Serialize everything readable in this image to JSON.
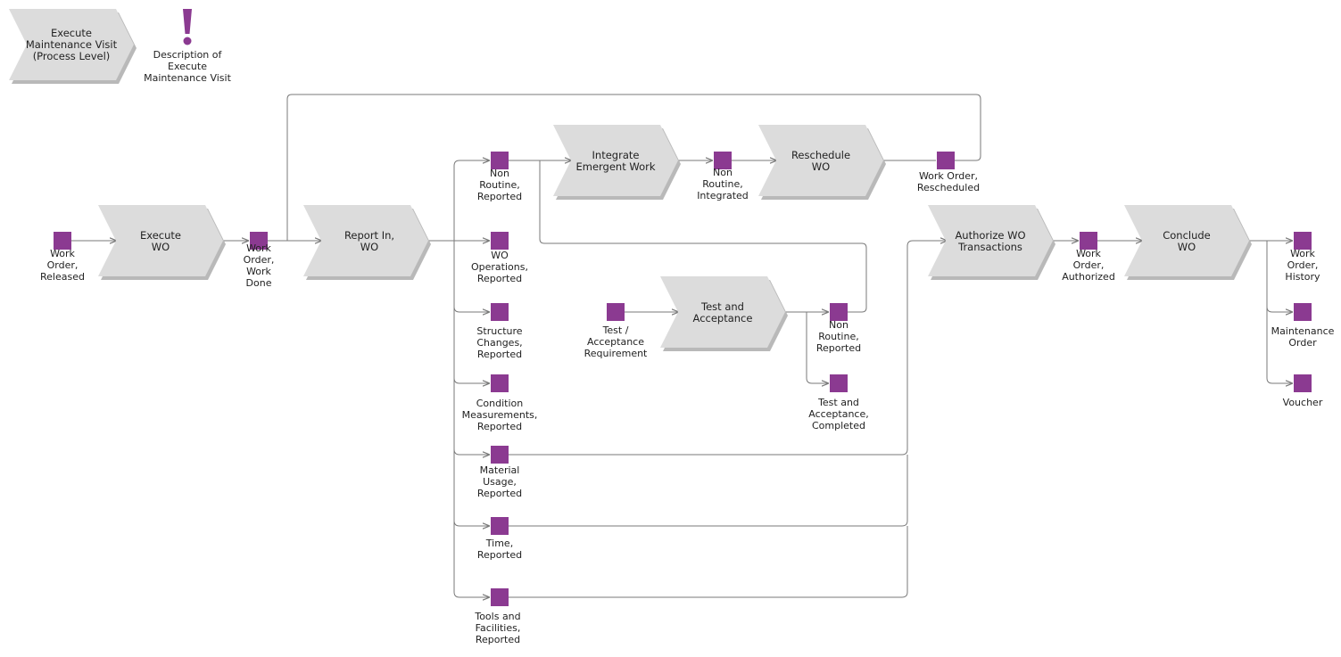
{
  "colors": {
    "process_fill": "#dcdcdc",
    "process_shadow": "#b9b9b9",
    "event_fill": "#8b3a91",
    "connector": "#7a7a7a"
  },
  "legend": {
    "process_label": "Execute\nMaintenance Visit\n(Process Level)",
    "description_label": "Description of\nExecute\nMaintenance Visit"
  },
  "processes": {
    "execute_wo": "Execute\nWO",
    "report_in": "Report In,\nWO",
    "integrate_emergent": "Integrate\nEmergent Work",
    "reschedule_wo": "Reschedule\nWO",
    "test_acceptance": "Test and\nAcceptance",
    "authorize_wo": "Authorize WO\nTransactions",
    "conclude_wo": "Conclude\nWO"
  },
  "events": {
    "wo_released": "Work\nOrder,\nReleased",
    "wo_work_done": "Work\nOrder,\nWork\nDone",
    "non_routine_reported_1": "Non\nRoutine,\nReported",
    "wo_operations": "WO\nOperations,\nReported",
    "structure_changes": "Structure\nChanges,\nReported",
    "condition_measurements": "Condition\nMeasurements,\nReported",
    "material_usage": "Material\nUsage,\nReported",
    "time_reported": "Time,\nReported",
    "tools_facilities": "Tools and\nFacilities,\nReported",
    "non_routine_integrated": "Non\nRoutine,\nIntegrated",
    "wo_rescheduled": "Work Order,\nRescheduled",
    "test_requirement": "Test /\nAcceptance\nRequirement",
    "non_routine_reported_2": "Non\nRoutine,\nReported",
    "test_completed": "Test and\nAcceptance,\nCompleted",
    "wo_authorized": "Work\nOrder,\nAuthorized",
    "wo_history": "Work\nOrder,\nHistory",
    "maintenance_order": "Maintenance\nOrder",
    "voucher": "Voucher"
  }
}
